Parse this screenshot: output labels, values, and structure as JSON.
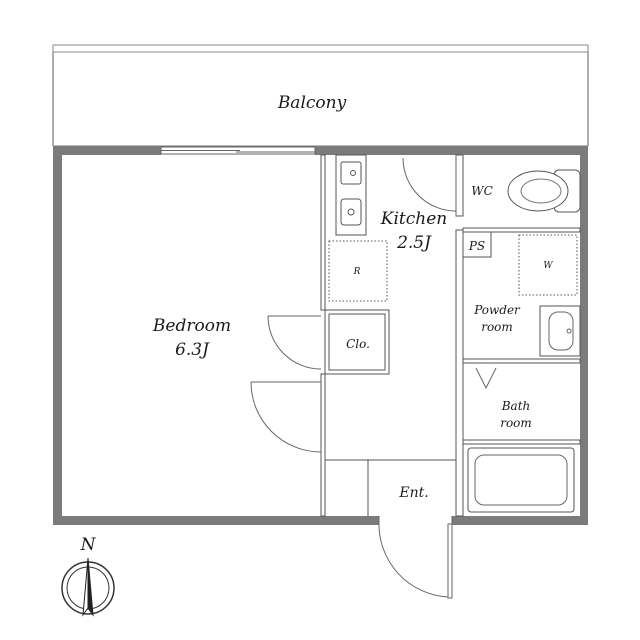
{
  "rooms": {
    "balcony": "Balcony",
    "bedroom": {
      "name": "Bedroom",
      "size": "6.3J"
    },
    "kitchen": {
      "name": "Kitchen",
      "size": "2.5J"
    },
    "wc": "WC",
    "ps": "PS",
    "washer": "W",
    "refrigerator": "R",
    "closet": "Clo.",
    "powder_room": [
      "Powder",
      "room"
    ],
    "bath_room": [
      "Bath",
      "room"
    ],
    "entrance": "Ent."
  },
  "compass": {
    "north": "N"
  }
}
